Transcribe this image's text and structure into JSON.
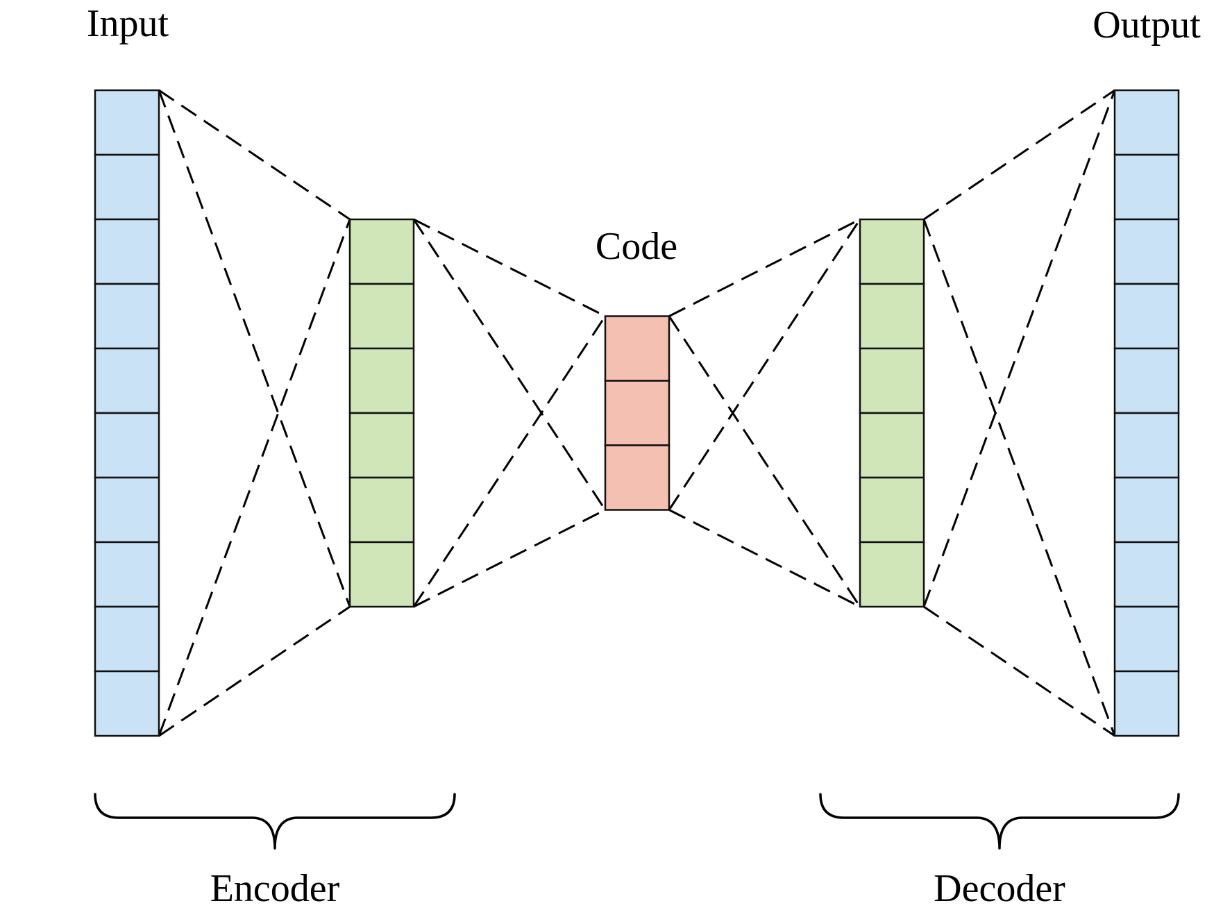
{
  "labels": {
    "input": "Input",
    "output": "Output",
    "code": "Code",
    "encoder": "Encoder",
    "decoder": "Decoder"
  },
  "layers": [
    {
      "id": "input-layer",
      "role": "input",
      "units": 10,
      "color": "#c9e2f6"
    },
    {
      "id": "encoder-hidden",
      "role": "hidden",
      "units": 6,
      "color": "#d0e6b8"
    },
    {
      "id": "code-layer",
      "role": "code",
      "units": 3,
      "color": "#f4c0b2"
    },
    {
      "id": "decoder-hidden",
      "role": "hidden",
      "units": 6,
      "color": "#d0e6b8"
    },
    {
      "id": "output-layer",
      "role": "output",
      "units": 10,
      "color": "#c9e2f6"
    }
  ],
  "connections": [
    {
      "from": "input-layer",
      "to": "encoder-hidden"
    },
    {
      "from": "encoder-hidden",
      "to": "code-layer"
    },
    {
      "from": "code-layer",
      "to": "decoder-hidden"
    },
    {
      "from": "decoder-hidden",
      "to": "output-layer"
    }
  ],
  "colors": {
    "stroke": "#000000",
    "input_output_fill": "#c9e2f6",
    "hidden_fill": "#d0e6b8",
    "code_fill": "#f4c0b2"
  }
}
